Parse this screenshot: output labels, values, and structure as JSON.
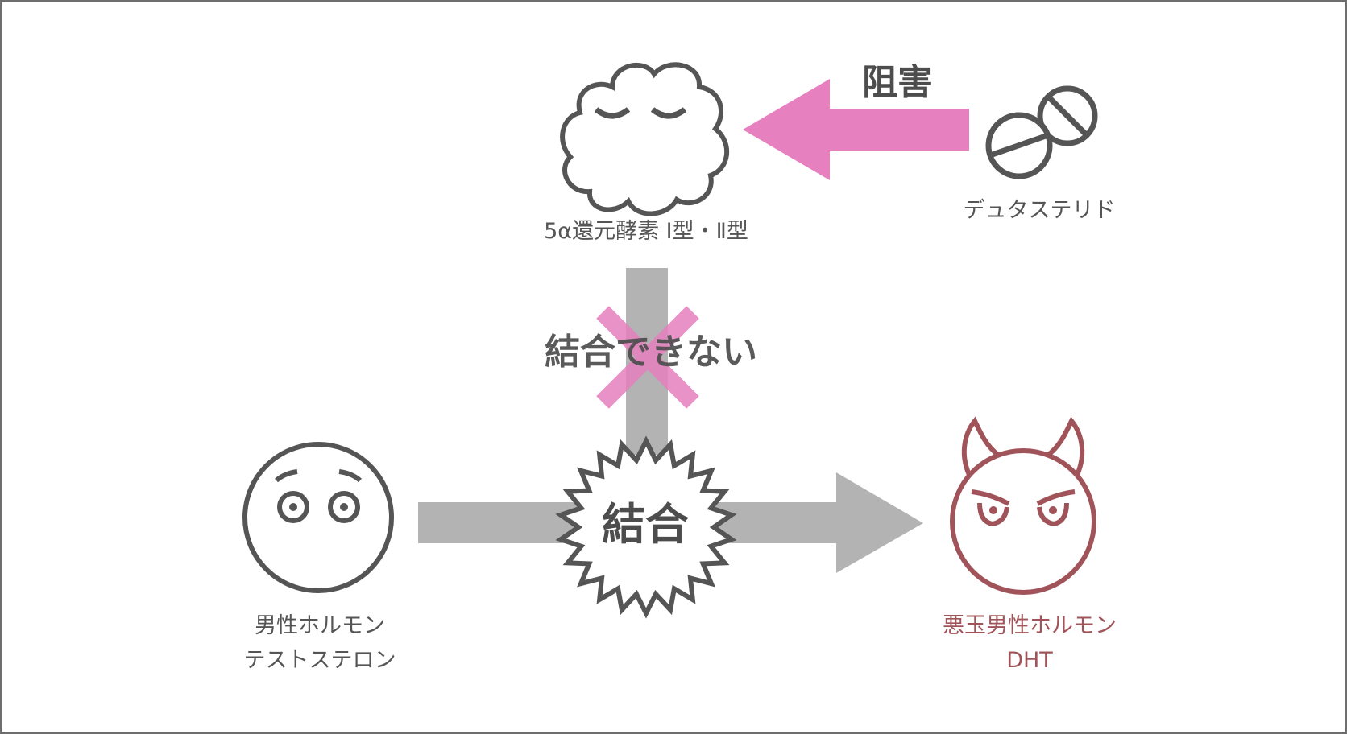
{
  "diagram": {
    "title": "Dutasteride inhibits 5α-reductase",
    "colors": {
      "icon_stroke": "#555555",
      "inhibit_arrow": "#e680be",
      "flow_arrow": "#b3b3b3",
      "dht_color": "#a0545a",
      "border": "#6e6e6e"
    },
    "nodes": {
      "enzyme": {
        "icon": "sleeping-cloud-icon",
        "label": "5α還元酵素 Ⅰ型・Ⅱ型"
      },
      "drug": {
        "icon": "pills-icon",
        "label": "デュタステリド"
      },
      "testosterone": {
        "icon": "surprised-face-icon",
        "label_line1": "男性ホルモン",
        "label_line2": "テストステロン"
      },
      "binding": {
        "icon": "starburst-icon",
        "label": "結合"
      },
      "dht": {
        "icon": "devil-face-icon",
        "label_line1": "悪玉男性ホルモン",
        "label_line2": "DHT"
      }
    },
    "edges": {
      "inhibit": {
        "from": "drug",
        "to": "enzyme",
        "label": "阻害"
      },
      "blocked": {
        "from": "enzyme",
        "to": "binding",
        "label": "結合できない",
        "mark": "cross-icon"
      },
      "convert": {
        "from": "testosterone",
        "to": "dht",
        "via": "binding"
      }
    }
  }
}
